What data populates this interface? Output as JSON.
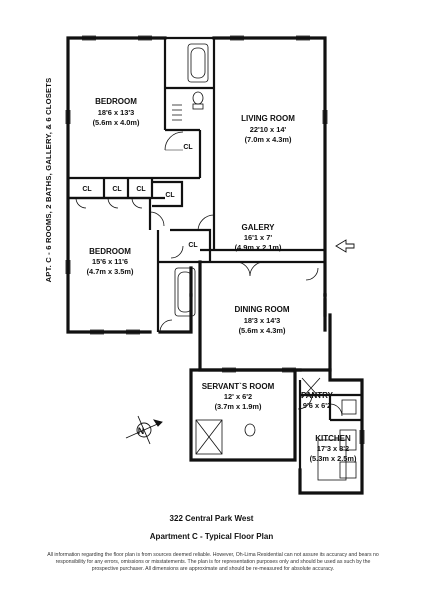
{
  "building": {
    "address": "322 Central Park West"
  },
  "plan_title": "Apartment C - Typical Floor Plan",
  "side_label": "APT. C - 6 ROOMS, 2 BATHS, GALLERY, & 6 CLOSETS",
  "north_label": "N",
  "rooms": {
    "bedroom1": {
      "name": "BEDROOM",
      "dims_imperial": "18'6 x 13'3",
      "dims_metric": "(5.6m x 4.0m)"
    },
    "living": {
      "name": "LIVING ROOM",
      "dims_imperial": "22'10 x 14'",
      "dims_metric": "(7.0m x 4.3m)"
    },
    "gallery": {
      "name": "GALERY",
      "dims_imperial": "16'1 x 7'",
      "dims_metric": "(4.9m x 2.1m)"
    },
    "bedroom2": {
      "name": "BEDROOM",
      "dims_imperial": "15'6 x 11'6",
      "dims_metric": "(4.7m x 3.5m)"
    },
    "dining": {
      "name": "DINING ROOM",
      "dims_imperial": "18'3 x 14'3",
      "dims_metric": "(5.6m x 4.3m)"
    },
    "servants": {
      "name": "SERVANT`S ROOM",
      "dims_imperial": "12' x 6'2",
      "dims_metric": "(3.7m x 1.9m)"
    },
    "pantry": {
      "name": "PANTRY",
      "dims_imperial": "9'6 x 6'2"
    },
    "kitchen": {
      "name": "KITCHEN",
      "dims_imperial": "17'3 x 8'2",
      "dims_metric": "(5.3m x 2.5m)"
    }
  },
  "closets": {
    "label": "CL"
  },
  "disclaimer": "All information regarding the floor plan is from sources deemed reliable. However, Oh-Lima Residential can not assure its accuracy and bears no responsibility for any errors, omissions or misstatements. The plan is for representation purposes only and should be used as such by the prospective purchaser. All dimensions are approximate and should be re-measured for absolute accuracy."
}
